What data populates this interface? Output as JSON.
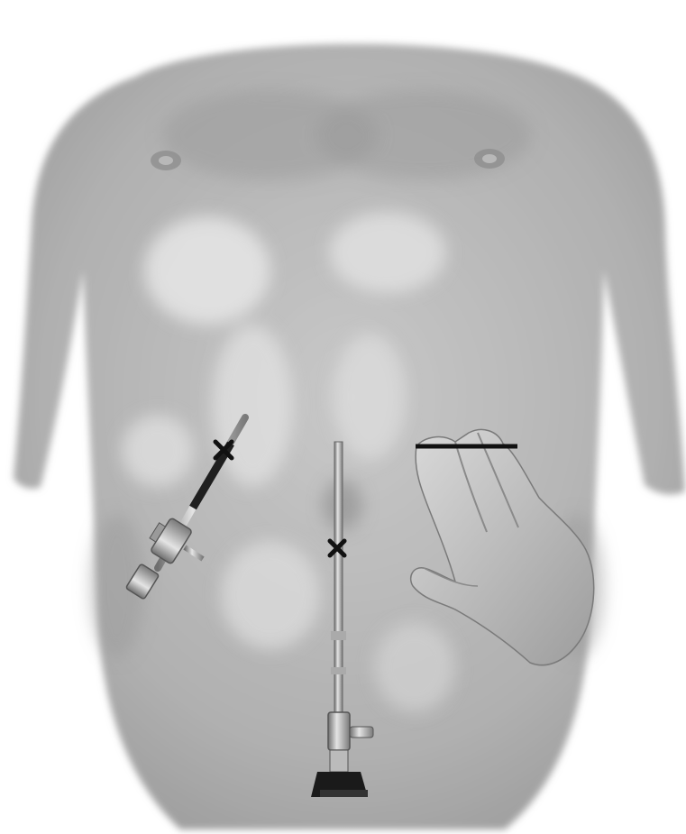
{
  "figure": {
    "subject": "torso",
    "colors": {
      "background": "#ffffff",
      "skin_base": "#b4b4b4",
      "skin_shadow": "#8e8e8e",
      "skin_highlight": "#dcdcdc",
      "marker": "#111111",
      "instrument_metal": "#c8c8c8",
      "instrument_dark": "#1a1a1a"
    }
  },
  "markers": [
    {
      "type": "cross",
      "name": "trocar-site-right"
    },
    {
      "type": "cross",
      "name": "trocar-site-umbilical"
    },
    {
      "type": "line",
      "name": "incision-line-left"
    }
  ],
  "instruments": [
    {
      "name": "trocar"
    },
    {
      "name": "laparoscope"
    },
    {
      "name": "surgeon-hand"
    }
  ]
}
